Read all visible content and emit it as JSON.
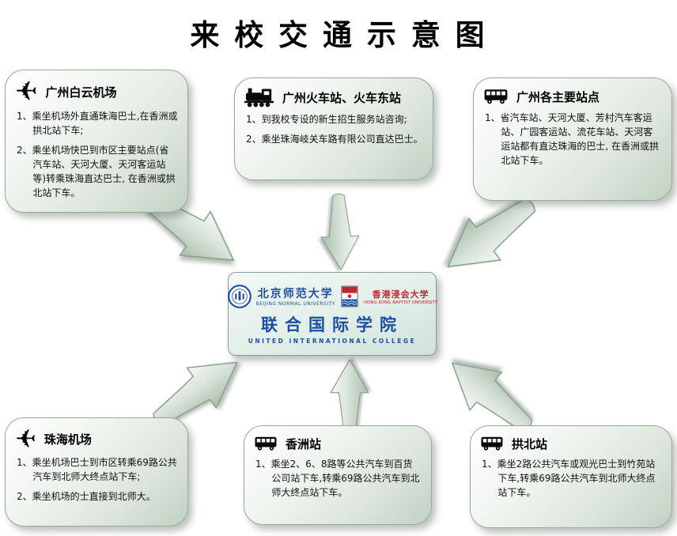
{
  "title": "来 校 交 通 示 意 图",
  "center": {
    "bnu_cn": "北京师范大学",
    "bnu_en": "BEIJING NORMAL UNIVERSITY",
    "hkbu_cn": "香港浸会大学",
    "hkbu_en": "HONG KONG BAPTIST UNIVERSITY",
    "college_cn": "联合国际学院",
    "college_en": "UNITED INTERNATIONAL COLLEGE"
  },
  "nodes": [
    {
      "id": "guangzhou-baiyun-airport",
      "icon": "airplane-icon",
      "title": "广州白云机场",
      "items": [
        "1、乘坐机场外直通珠海巴士,在香洲或拱北站下车;",
        "2、乘坐机场快巴到市区主要站点(省汽车站、天河大厦、天河客运站等)转乘珠海直达巴士, 在香洲或拱北站下车。"
      ]
    },
    {
      "id": "guangzhou-railway-stations",
      "icon": "train-icon",
      "title": "广州火车站、火车东站",
      "items": [
        "1、到我校专设的新生招生服务站咨询;",
        "2、乘坐珠海岐关车路有限公司直达巴士。"
      ]
    },
    {
      "id": "guangzhou-main-stops",
      "icon": "bus-icon",
      "title": "广州各主要站点",
      "items": [
        "1、省汽车站、天河大厦、芳村汽车客运站、广园客运站、流花车站、天河客运站都有直达珠海的巴士, 在香洲或拱北站下车。"
      ]
    },
    {
      "id": "zhuhai-airport",
      "icon": "airplane-icon",
      "title": "珠海机场",
      "items": [
        "1、乘坐机场巴士到市区转乘69路公共汽车到北师大终点站下车;",
        "2、乘坐机场的士直接到北师大。"
      ]
    },
    {
      "id": "xiangzhou-station",
      "icon": "bus-icon",
      "title": "香洲站",
      "items": [
        "1、乘坐2、6、8路等公共汽车到百货公司站下车,转乘69路公共汽车到北师大终点站下车。"
      ]
    },
    {
      "id": "gongbei-station",
      "icon": "bus-icon",
      "title": "拱北站",
      "items": [
        "1、乘坐2路公共汽车或观光巴士到竹苑站下车,转乘69路公共汽车到北师大终点站下车。"
      ]
    }
  ],
  "colors": {
    "box_border": "#98a899",
    "arrow_fill": "#c8d7c9",
    "accent_blue": "#1d4fa0",
    "accent_red": "#c22433"
  }
}
